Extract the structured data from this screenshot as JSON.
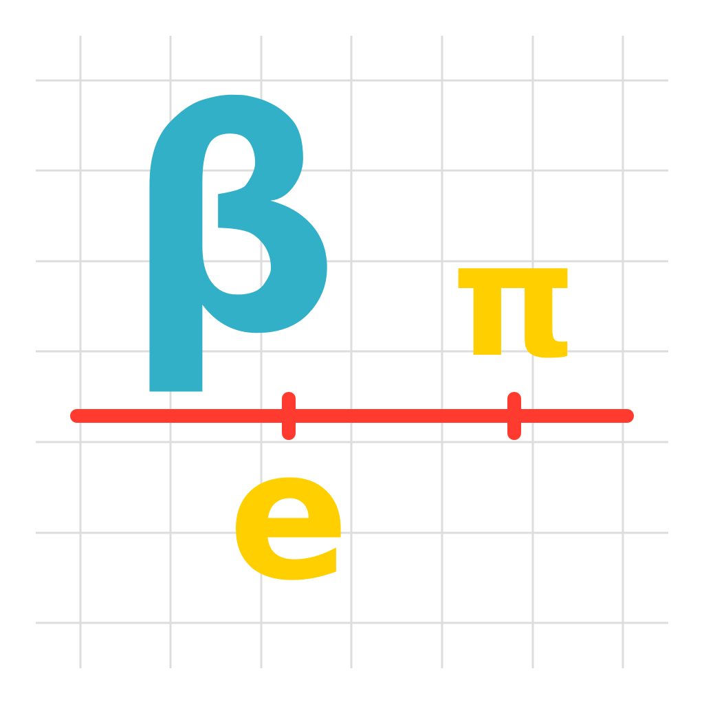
{
  "symbols": {
    "beta": "β",
    "pi": "π",
    "e": "e"
  },
  "colors": {
    "background": "#ffffff",
    "grid": "#dddddd",
    "beta": "#31b0c8",
    "pi": "#ffcf00",
    "e": "#ffcf00",
    "number_line": "#ff3b30"
  }
}
